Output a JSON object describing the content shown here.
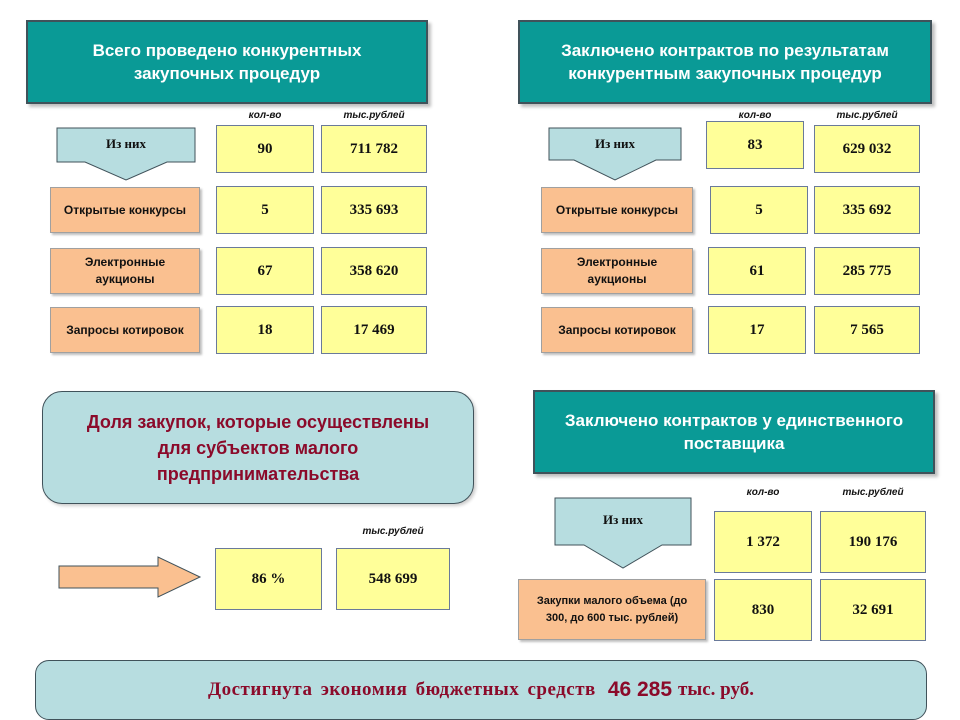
{
  "left": {
    "title": "Всего проведено конкурентных закупочных процедур",
    "col_qty": "кол-во",
    "col_sum": "тыс.рублей",
    "arrow_label": "Из них",
    "total": {
      "qty": "90",
      "sum": "711 782"
    },
    "rows": [
      {
        "label": "Открытые конкурсы",
        "qty": "5",
        "sum": "335 693"
      },
      {
        "label": "Электронные аукционы",
        "qty": "67",
        "sum": "358 620"
      },
      {
        "label": "Запросы котировок",
        "qty": "18",
        "sum": "17 469"
      }
    ]
  },
  "right": {
    "title": "Заключено контрактов по результатам конкурентным закупочных процедур",
    "col_qty": "кол-во",
    "col_sum": "тыс.рублей",
    "arrow_label": "Из них",
    "total": {
      "qty": "83",
      "sum": "629 032"
    },
    "rows": [
      {
        "label": "Открытые конкурсы",
        "qty": "5",
        "sum": "335 692"
      },
      {
        "label": "Электронные аукционы",
        "qty": "61",
        "sum": "285 775"
      },
      {
        "label": "Запросы котировок",
        "qty": "17",
        "sum": "7 565"
      }
    ]
  },
  "small_business": {
    "title": "Доля закупок, которые осуществлены для субъектов малого предпринимательства",
    "col_sum": "тыс.рублей",
    "percent": "86 %",
    "sum": "548 699"
  },
  "single_supplier": {
    "title": "Заключено контрактов у единственного поставщика",
    "col_qty": "кол-во",
    "col_sum": "тыс.рублей",
    "arrow_label": "Из них",
    "total": {
      "qty": "1 372",
      "sum": "190 176"
    },
    "row": {
      "label": "Закупки малого объема (до 300, до 600 тыс. рублей)",
      "qty": "830",
      "sum": "32 691"
    }
  },
  "footer": {
    "text": "Достигнута экономия бюджетных средств",
    "amount": "46 285",
    "unit": "тыс. руб."
  },
  "colors": {
    "teal": "#0a9a96",
    "light_blue": "#b7dde0",
    "yellow": "#ffff99",
    "peach": "#fac090",
    "dark_red": "#8b0a2a"
  }
}
